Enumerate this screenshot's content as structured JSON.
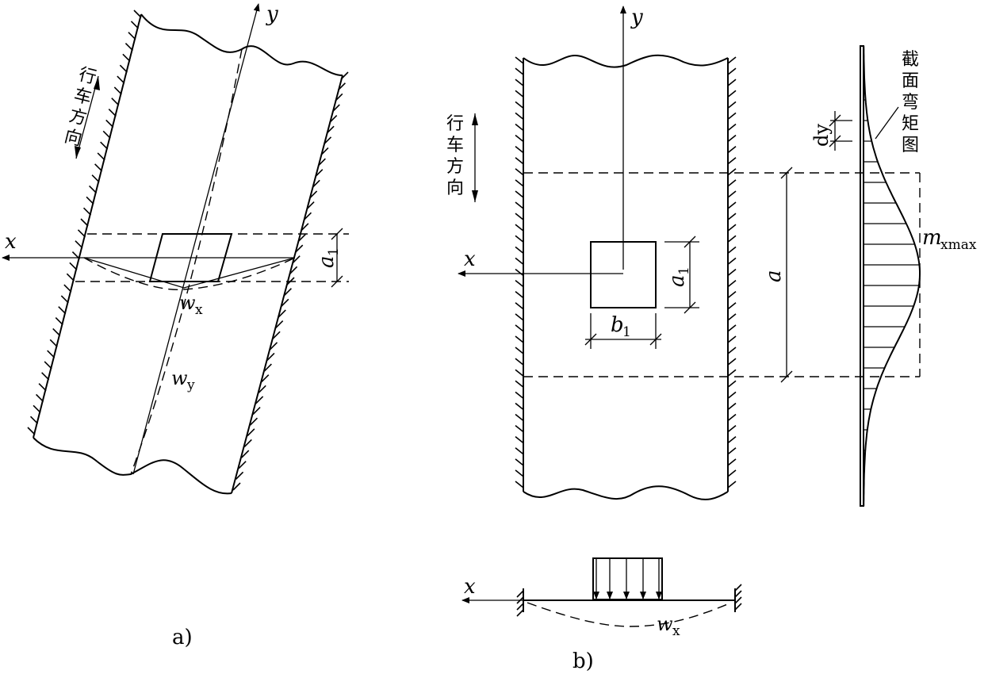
{
  "panel_a": {
    "caption": "a)",
    "axis_x": "x",
    "axis_y": "y",
    "direction_label": [
      "行",
      "车",
      "方",
      "向"
    ],
    "dim_a": "a",
    "dim_a_sub": "1",
    "wx_main": "w",
    "wx_sub": "x",
    "wy_main": "w",
    "wy_sub": "y"
  },
  "panel_b": {
    "caption": "b)",
    "axis_x": "x",
    "axis_y": "y",
    "direction_label": [
      "行",
      "车",
      "方",
      "向"
    ],
    "dim_a1": "a",
    "dim_a1_sub": "1",
    "dim_b1": "b",
    "dim_b1_sub": "1",
    "dim_a": "a",
    "dim_dy": "dy",
    "moment_label": [
      "截",
      "面",
      "弯",
      "矩",
      "图"
    ],
    "mxmax_main": "m",
    "mxmax_sub": "xmax"
  },
  "panel_b_bottom": {
    "axis_x": "x",
    "wx_main": "w",
    "wx_sub": "x"
  }
}
